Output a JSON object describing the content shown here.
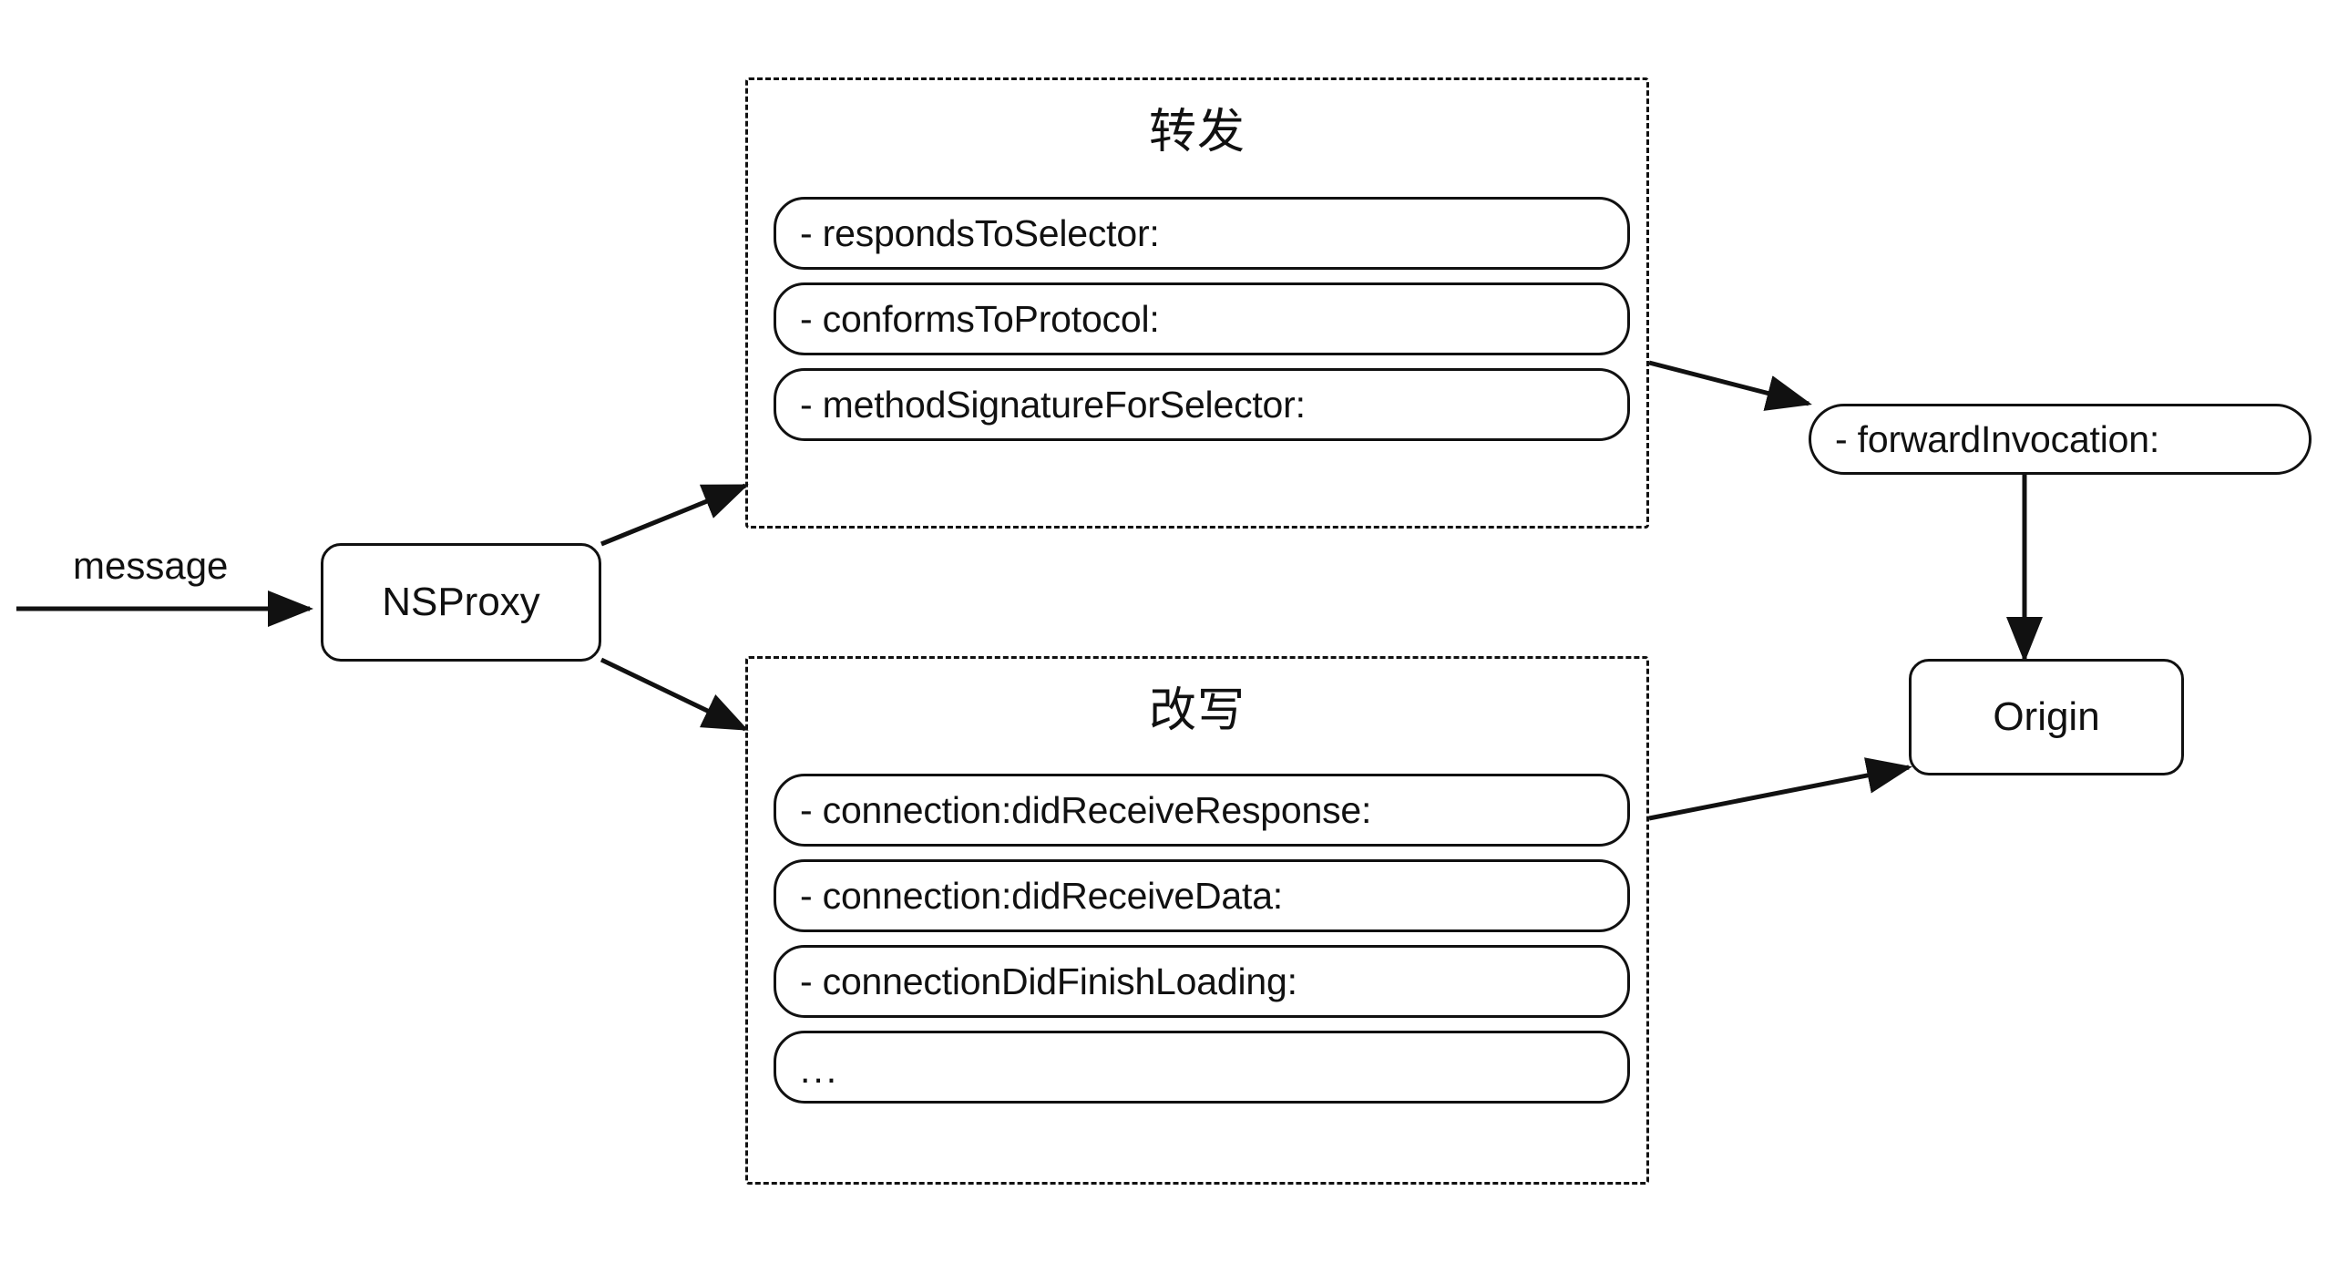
{
  "diagram": {
    "title_semantic": "NSProxy message forwarding diagram",
    "colors": {
      "stroke": "#111111",
      "background": "#ffffff",
      "text": "#111111"
    },
    "entry": {
      "edge_label": "message",
      "node_label": "NSProxy"
    },
    "groups": [
      {
        "id": "forward",
        "title": "转发",
        "border_style": "dash-dot",
        "methods": [
          "- respondsToSelector:",
          "- conformsToProtocol:",
          "- methodSignatureForSelector:"
        ]
      },
      {
        "id": "rewrite",
        "title": "改写",
        "border_style": "dash-dot",
        "methods": [
          "- connection:didReceiveResponse:",
          "- connection:didReceiveData:",
          "- connectionDidFinishLoading:",
          "..."
        ]
      }
    ],
    "right_nodes": {
      "forward_invocation": "- forwardInvocation:",
      "origin": "Origin"
    },
    "arrows": [
      {
        "name": "message-to-nsproxy",
        "from": "message",
        "to": "NSProxy"
      },
      {
        "name": "nsproxy-to-forward-group",
        "from": "NSProxy",
        "to": "转发"
      },
      {
        "name": "nsproxy-to-rewrite-group",
        "from": "NSProxy",
        "to": "改写"
      },
      {
        "name": "forward-group-to-forwardinvocation",
        "from": "转发",
        "to": "- forwardInvocation:"
      },
      {
        "name": "forwardinvocation-to-origin",
        "from": "- forwardInvocation:",
        "to": "Origin"
      },
      {
        "name": "rewrite-group-to-origin",
        "from": "改写",
        "to": "Origin"
      }
    ]
  }
}
